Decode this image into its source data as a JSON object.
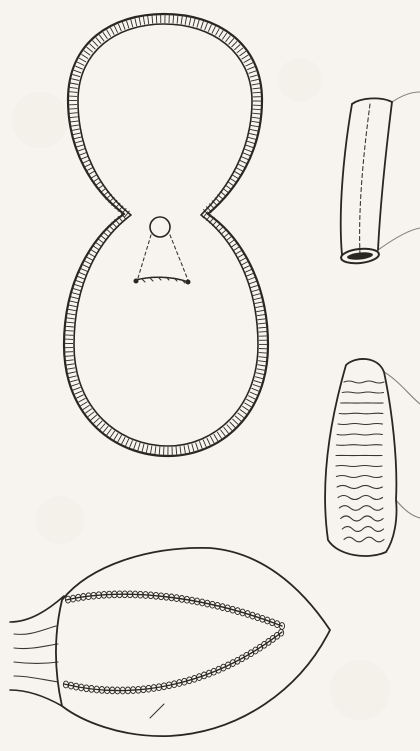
{
  "colors": {
    "paper": "#f7f4ef",
    "ink": "#2a2622"
  },
  "figures": [
    {
      "name": "figure-eight-pouch"
    },
    {
      "name": "tube-segment"
    },
    {
      "name": "wrinkled-segment"
    },
    {
      "name": "sutured-oval"
    }
  ]
}
